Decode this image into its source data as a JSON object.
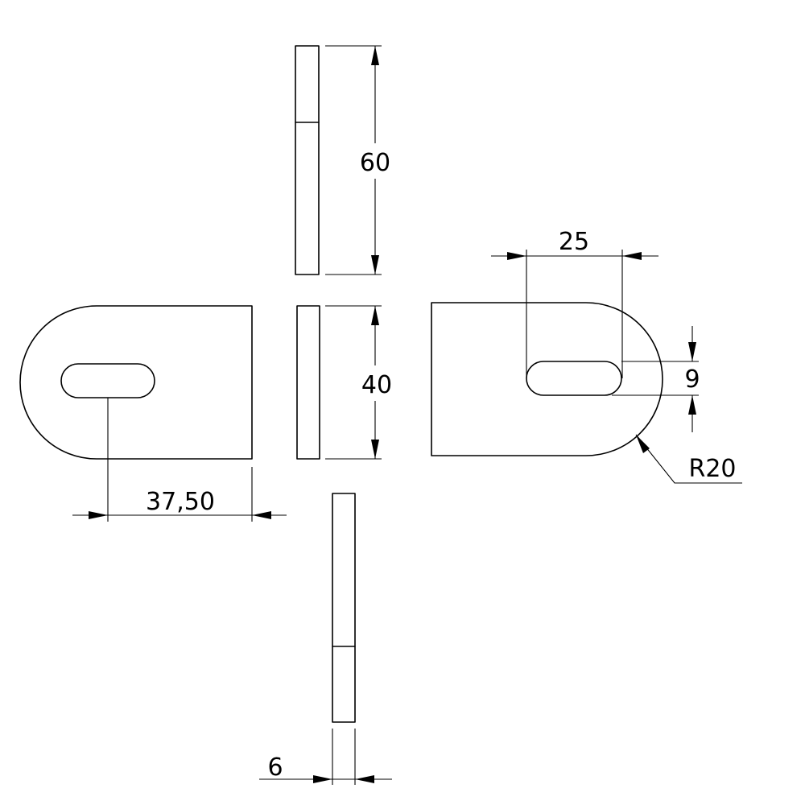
{
  "drawing": {
    "dimensions": {
      "overall_height": "60",
      "side_height": "40",
      "slot_center_offset": "37,50",
      "slot_length": "25",
      "slot_width": "9",
      "end_radius": "R20",
      "thickness": "6"
    }
  }
}
